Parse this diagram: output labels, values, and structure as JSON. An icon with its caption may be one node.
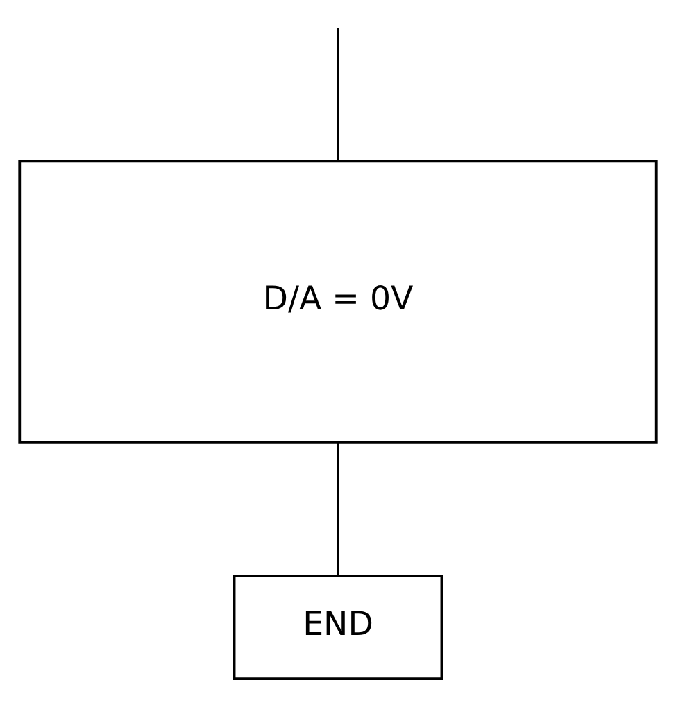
{
  "diagram": {
    "nodes": [
      {
        "text": [
          "D/A = 0V"
        ]
      },
      {
        "text": [
          "END"
        ]
      }
    ],
    "edges": [
      {
        "from": null,
        "to": 0,
        "arrow": "none"
      },
      {
        "from": 0,
        "to": 1,
        "arrow": "none"
      }
    ]
  }
}
